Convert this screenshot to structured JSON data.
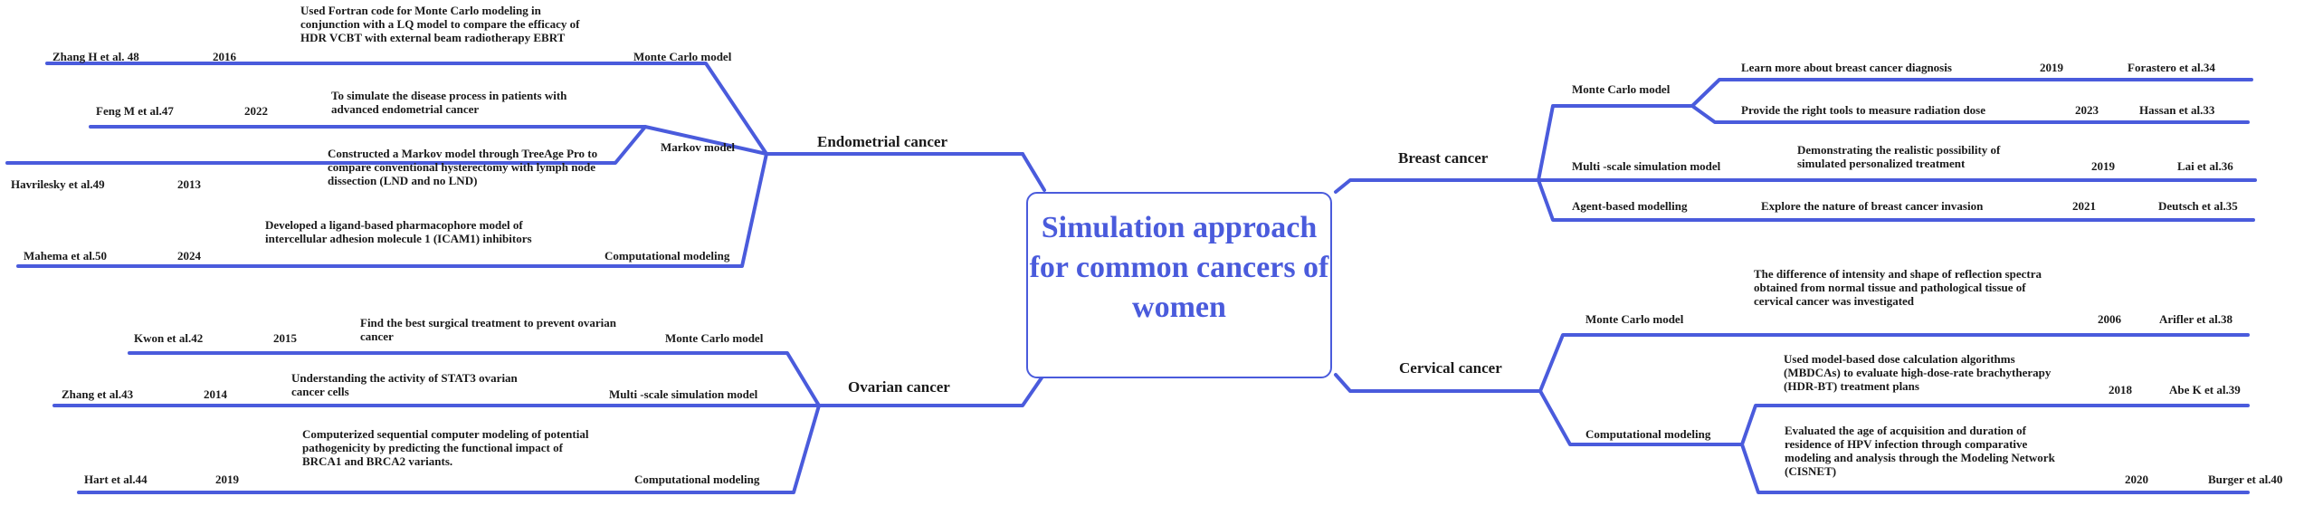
{
  "center": {
    "title": "Simulation approach for common cancers of women"
  },
  "colors": {
    "line": "#4a5bdc",
    "title": "#4a5bdc",
    "text": "#1a1a1a"
  },
  "endometrial": {
    "title": "Endometrial cancer",
    "monte_carlo": {
      "method": "Monte Carlo model",
      "author": "Zhang H et al. 48",
      "year": "2016",
      "desc": "Used Fortran code for Monte Carlo modeling in conjunction with a LQ model to compare the efficacy of HDR VCBT with external beam radiotherapy EBRT"
    },
    "markov": {
      "method": "Markov model",
      "items": [
        {
          "author": "Feng M et al.47",
          "year": "2022",
          "desc": "To simulate the disease process in patients with advanced endometrial cancer"
        },
        {
          "author": "Havrilesky et al.49",
          "year": "2013",
          "desc": "Constructed a Markov model through TreeAge Pro to compare conventional hysterectomy with lymph node dissection (LND and no LND)"
        }
      ]
    },
    "computational": {
      "method": "Computational modeling",
      "author": "Mahema et al.50",
      "year": "2024",
      "desc": "Developed a ligand-based pharmacophore model of intercellular adhesion molecule 1 (ICAM1) inhibitors"
    }
  },
  "ovarian": {
    "title": "Ovarian cancer",
    "items": [
      {
        "method": "Monte Carlo model",
        "author": "Kwon et al.42",
        "year": "2015",
        "desc": "Find the best surgical treatment to prevent ovarian cancer"
      },
      {
        "method": "Multi -scale simulation model",
        "author": "Zhang et al.43",
        "year": "2014",
        "desc": "Understanding the activity of STAT3 ovarian cancer cells"
      },
      {
        "method": "Computational modeling",
        "author": "Hart et al.44",
        "year": "2019",
        "desc": "Computerized sequential computer modeling of potential pathogenicity by predicting the functional impact of BRCA1 and BRCA2 variants."
      }
    ]
  },
  "breast": {
    "title": "Breast cancer",
    "monte_carlo": {
      "method": "Monte Carlo model",
      "items": [
        {
          "desc": "Learn more about breast cancer diagnosis",
          "year": "2019",
          "author": "Forastero et al.34"
        },
        {
          "desc": "Provide the right tools to measure radiation dose",
          "year": "2023",
          "author": "Hassan et al.33"
        }
      ]
    },
    "multiscale": {
      "method": "Multi -scale simulation model",
      "desc": "Demonstrating the realistic possibility of simulated personalized treatment",
      "year": "2019",
      "author": "Lai et al.36"
    },
    "agent": {
      "method": "Agent-based modelling",
      "desc": "Explore the nature of breast cancer invasion",
      "year": "2021",
      "author": "Deutsch et al.35"
    }
  },
  "cervical": {
    "title": "Cervical cancer",
    "monte_carlo": {
      "method": "Monte Carlo model",
      "desc": "The difference of intensity and shape of reflection spectra obtained from normal tissue and pathological tissue of cervical cancer was investigated",
      "year": "2006",
      "author": "Arifler et al.38"
    },
    "computational": {
      "method": "Computational modeling",
      "items": [
        {
          "desc": "Used model-based dose calculation algorithms (MBDCAs) to evaluate high-dose-rate brachytherapy (HDR-BT) treatment plans",
          "year": "2018",
          "author": "Abe K et al.39"
        },
        {
          "desc": "Evaluated the age of acquisition and duration of residence of HPV infection through comparative modeling and analysis through the Modeling Network (CISNET)",
          "year": "2020",
          "author": "Burger et al.40"
        }
      ]
    }
  }
}
